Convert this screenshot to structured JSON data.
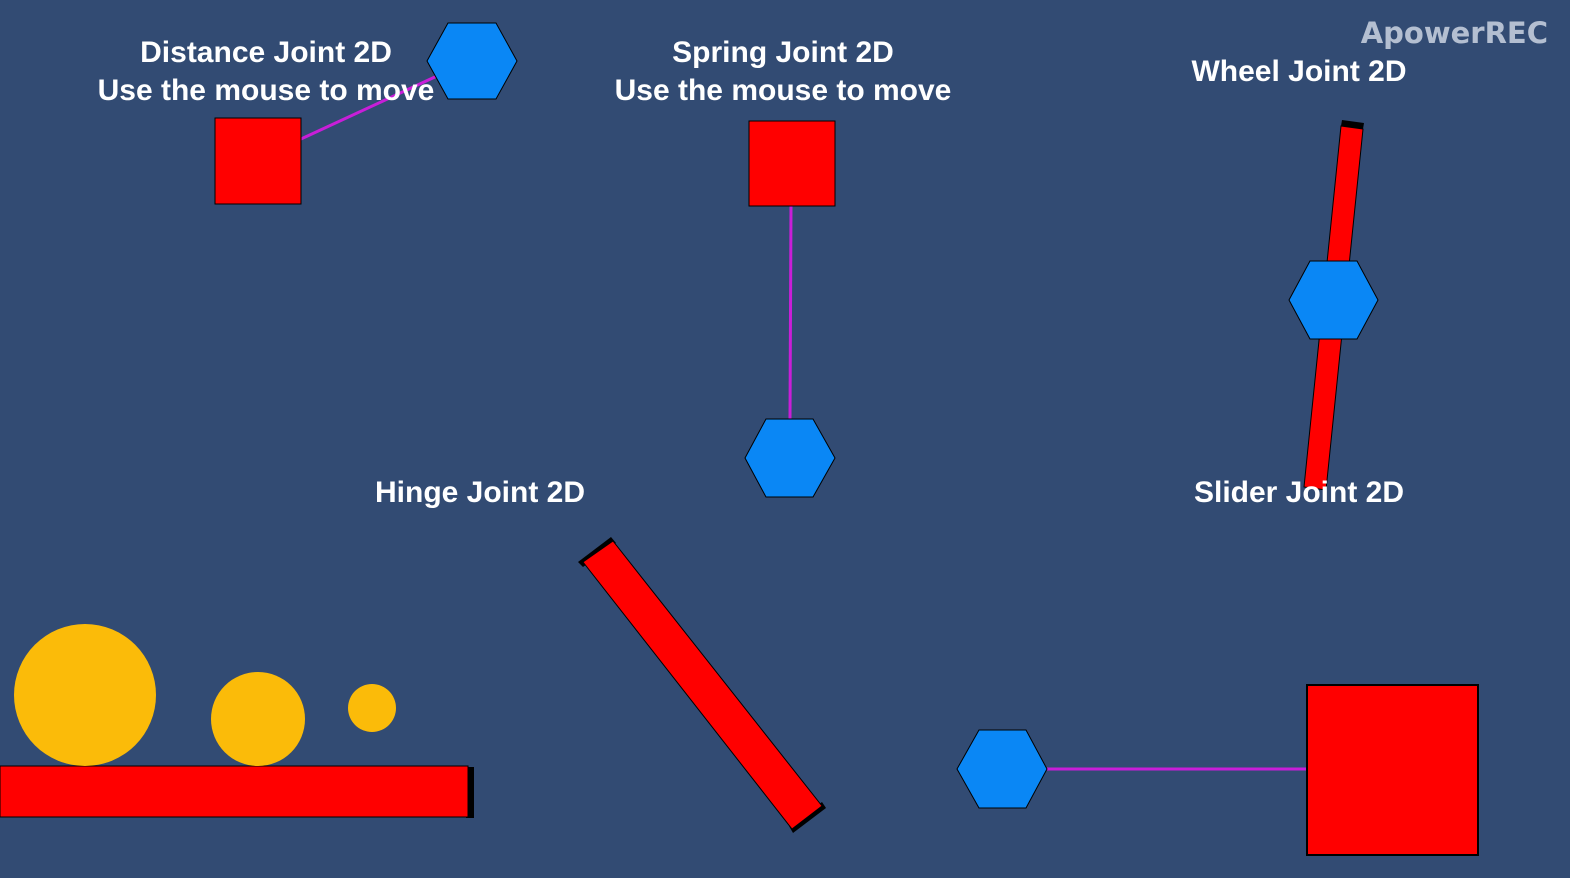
{
  "watermark": "ApowerREC",
  "colors": {
    "background": "#324b73",
    "box": "#ff0000",
    "hexagon": "#0a87f5",
    "ball": "#fbbb09",
    "joint_line": "#c81ed8",
    "edge": "#000000",
    "text": "#ffffff"
  },
  "demos": {
    "distance": {
      "title": "Distance Joint 2D",
      "instruction": "Use the mouse to move"
    },
    "spring": {
      "title": "Spring Joint 2D",
      "instruction": "Use the mouse to move"
    },
    "wheel": {
      "title": "Wheel Joint 2D"
    },
    "hinge": {
      "title": "Hinge Joint 2D"
    },
    "slider": {
      "title": "Slider Joint 2D"
    }
  }
}
